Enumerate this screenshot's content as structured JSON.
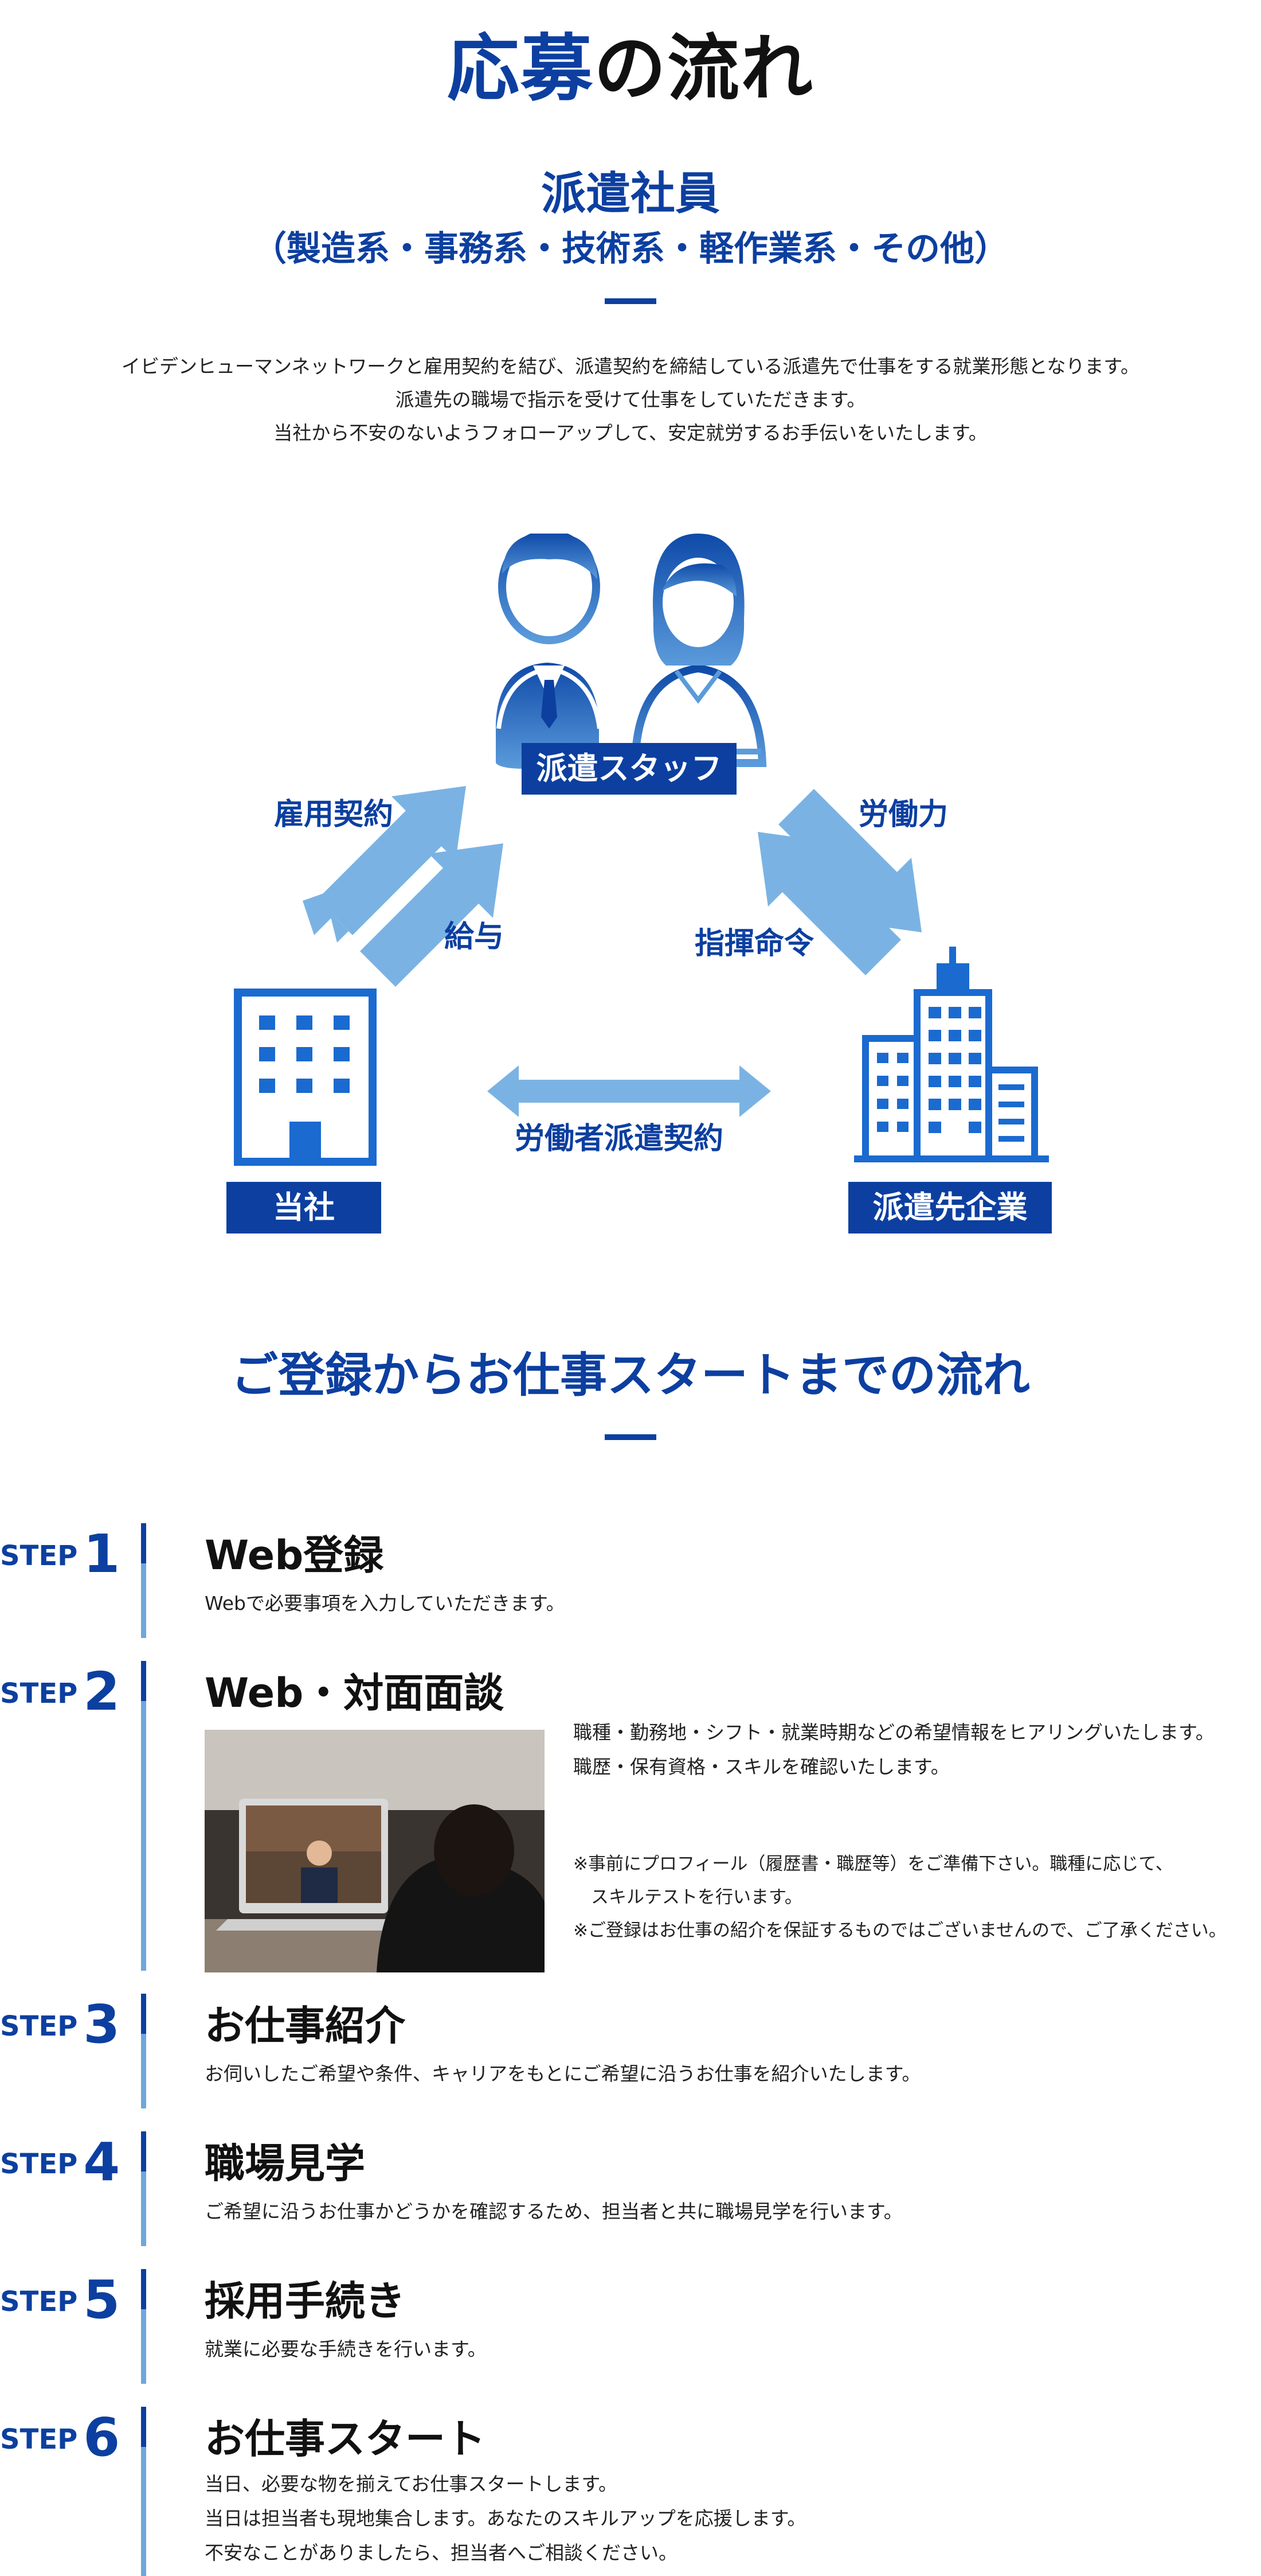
{
  "header": {
    "title_highlight": "応募",
    "title_rest": "の流れ"
  },
  "haken": {
    "title": "派遣社員",
    "subtitle": "（製造系・事務系・技術系・軽作業系・その他）",
    "intro_lines": [
      "イビデンヒューマンネットワークと雇用契約を結び、派遣契約を締結している派遣先で仕事をする就業形態となります。",
      "派遣先の職場で指示を受けて仕事をしていただきます。",
      "当社から不安のないようフォローアップして、安定就労するお手伝いをいたします。"
    ]
  },
  "diagram": {
    "staff": "派遣スタッフ",
    "company": "当社",
    "client": "派遣先企業",
    "arrow_koyou": "雇用契約",
    "arrow_kyuyo": "給与",
    "arrow_roudou": "労働力",
    "arrow_shiki": "指揮命令",
    "arrow_haken": "労働者派遣契約",
    "colors": {
      "primary": "#0c3fa0",
      "light": "#6fa6dc"
    }
  },
  "flow": {
    "title": "ご登録からお仕事スタートまでの流れ",
    "step_word": "STEP",
    "steps": [
      {
        "num": "1",
        "title": "Web登録",
        "text": [
          "Webで必要事項を入力していただきます。"
        ]
      },
      {
        "num": "2",
        "title": "Web・対面面談",
        "text": [
          "職種・勤務地・シフト・就業時期などの希望情報をヒアリングいたします。",
          "職歴・保有資格・スキルを確認いたします。"
        ],
        "notes": [
          "※事前にプロフィール（履歴書・職歴等）をご準備下さい。職種に応じて、",
          "　スキルテストを行います。",
          "※ご登録はお仕事の紹介を保証するものではございませんので、ご了承ください。"
        ]
      },
      {
        "num": "3",
        "title": "お仕事紹介",
        "text": [
          "お伺いしたご希望や条件、キャリアをもとにご希望に沿うお仕事を紹介いたします。"
        ]
      },
      {
        "num": "4",
        "title": "職場見学",
        "text": [
          "ご希望に沿うお仕事かどうかを確認するため、担当者と共に職場見学を行います。"
        ]
      },
      {
        "num": "5",
        "title": "採用手続き",
        "text": [
          "就業に必要な手続きを行います。"
        ]
      },
      {
        "num": "6",
        "title": "お仕事スタート",
        "text": [
          "当日、必要な物を揃えてお仕事スタートします。",
          "当日は担当者も現地集合します。あなたのスキルアップを応援します。",
          "不安なことがありましたら、担当者へご相談ください。"
        ]
      }
    ]
  }
}
